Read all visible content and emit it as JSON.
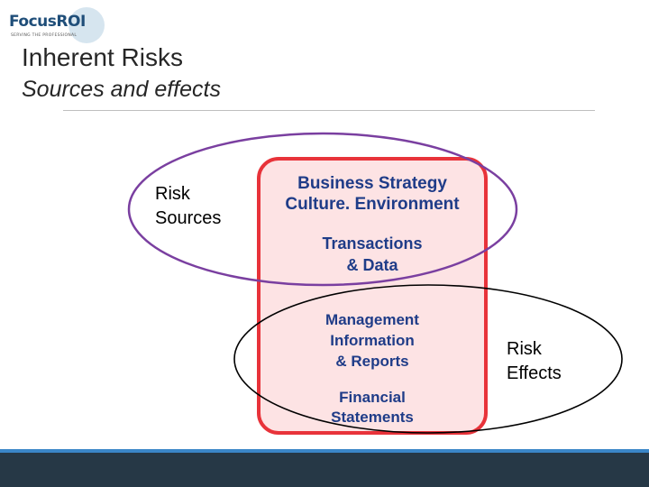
{
  "logo": {
    "brand": "FocusROI",
    "tagline": "SERVING THE PROFESSIONAL"
  },
  "header": {
    "title": "Inherent Risks",
    "subtitle": "Sources and effects"
  },
  "diagram": {
    "sources_label": [
      "Risk",
      "Sources"
    ],
    "effects_label": [
      "Risk",
      "Effects"
    ],
    "layers": [
      [
        "Business Strategy",
        "Culture. Environment"
      ],
      [
        "Transactions",
        "& Data"
      ],
      [
        "Management",
        "Information",
        "& Reports"
      ],
      [
        "Financial",
        "Statements"
      ]
    ],
    "colors": {
      "box_border": "#e8333a",
      "box_fill": "#fde3e4",
      "top_ellipse": "#7a3fa0",
      "bottom_ellipse": "#000000",
      "layer_text": "#1f3c88"
    }
  }
}
